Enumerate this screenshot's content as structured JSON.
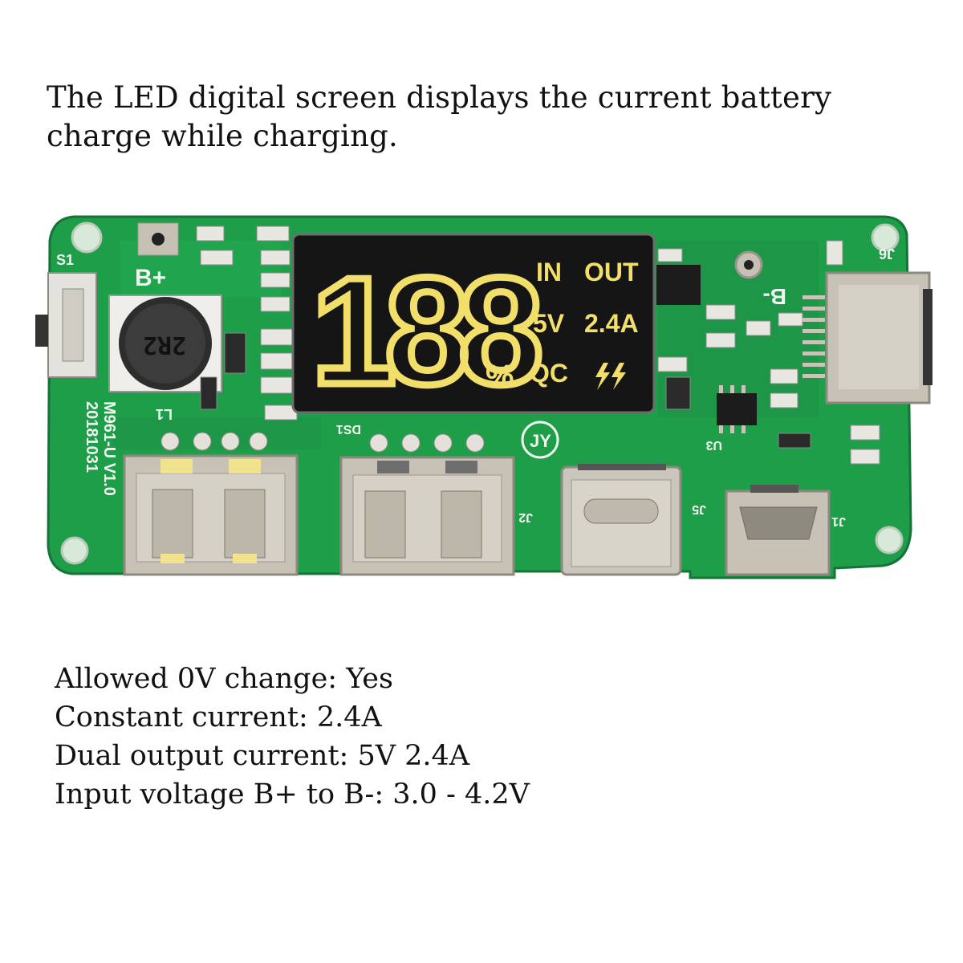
{
  "headline": "The LED digital screen displays the current battery charge while charging.",
  "board": {
    "lcd": {
      "digits": "188",
      "percent": "%",
      "in_label": "IN",
      "out_label": "OUT",
      "voltage": "5V",
      "current": "2.4A",
      "qc_label": "QC",
      "bolt_icon": "double-lightning-icon"
    },
    "silkscreen": {
      "b_plus": "B+",
      "b_minus": "B-",
      "model": "M961-U V1.0",
      "date": "20181031",
      "inductor": "2R2",
      "s1": "S1",
      "l1": "L1",
      "j1": "J1",
      "j2": "J2",
      "j5": "J5",
      "j6": "J6",
      "u3": "U3",
      "ds1": "DS1",
      "logo": "JY"
    },
    "colors": {
      "pcb": "#1f9e4a",
      "pcb_dark": "#177e3a",
      "lcd_bg": "#151515",
      "lcd_segment": "#f2df6a",
      "port_metal": "#c8c2b6"
    }
  },
  "specs": [
    "Allowed 0V change: Yes",
    "Constant current: 2.4A",
    "Dual output current: 5V 2.4A",
    "Input voltage B+ to B-: 3.0 - 4.2V"
  ]
}
